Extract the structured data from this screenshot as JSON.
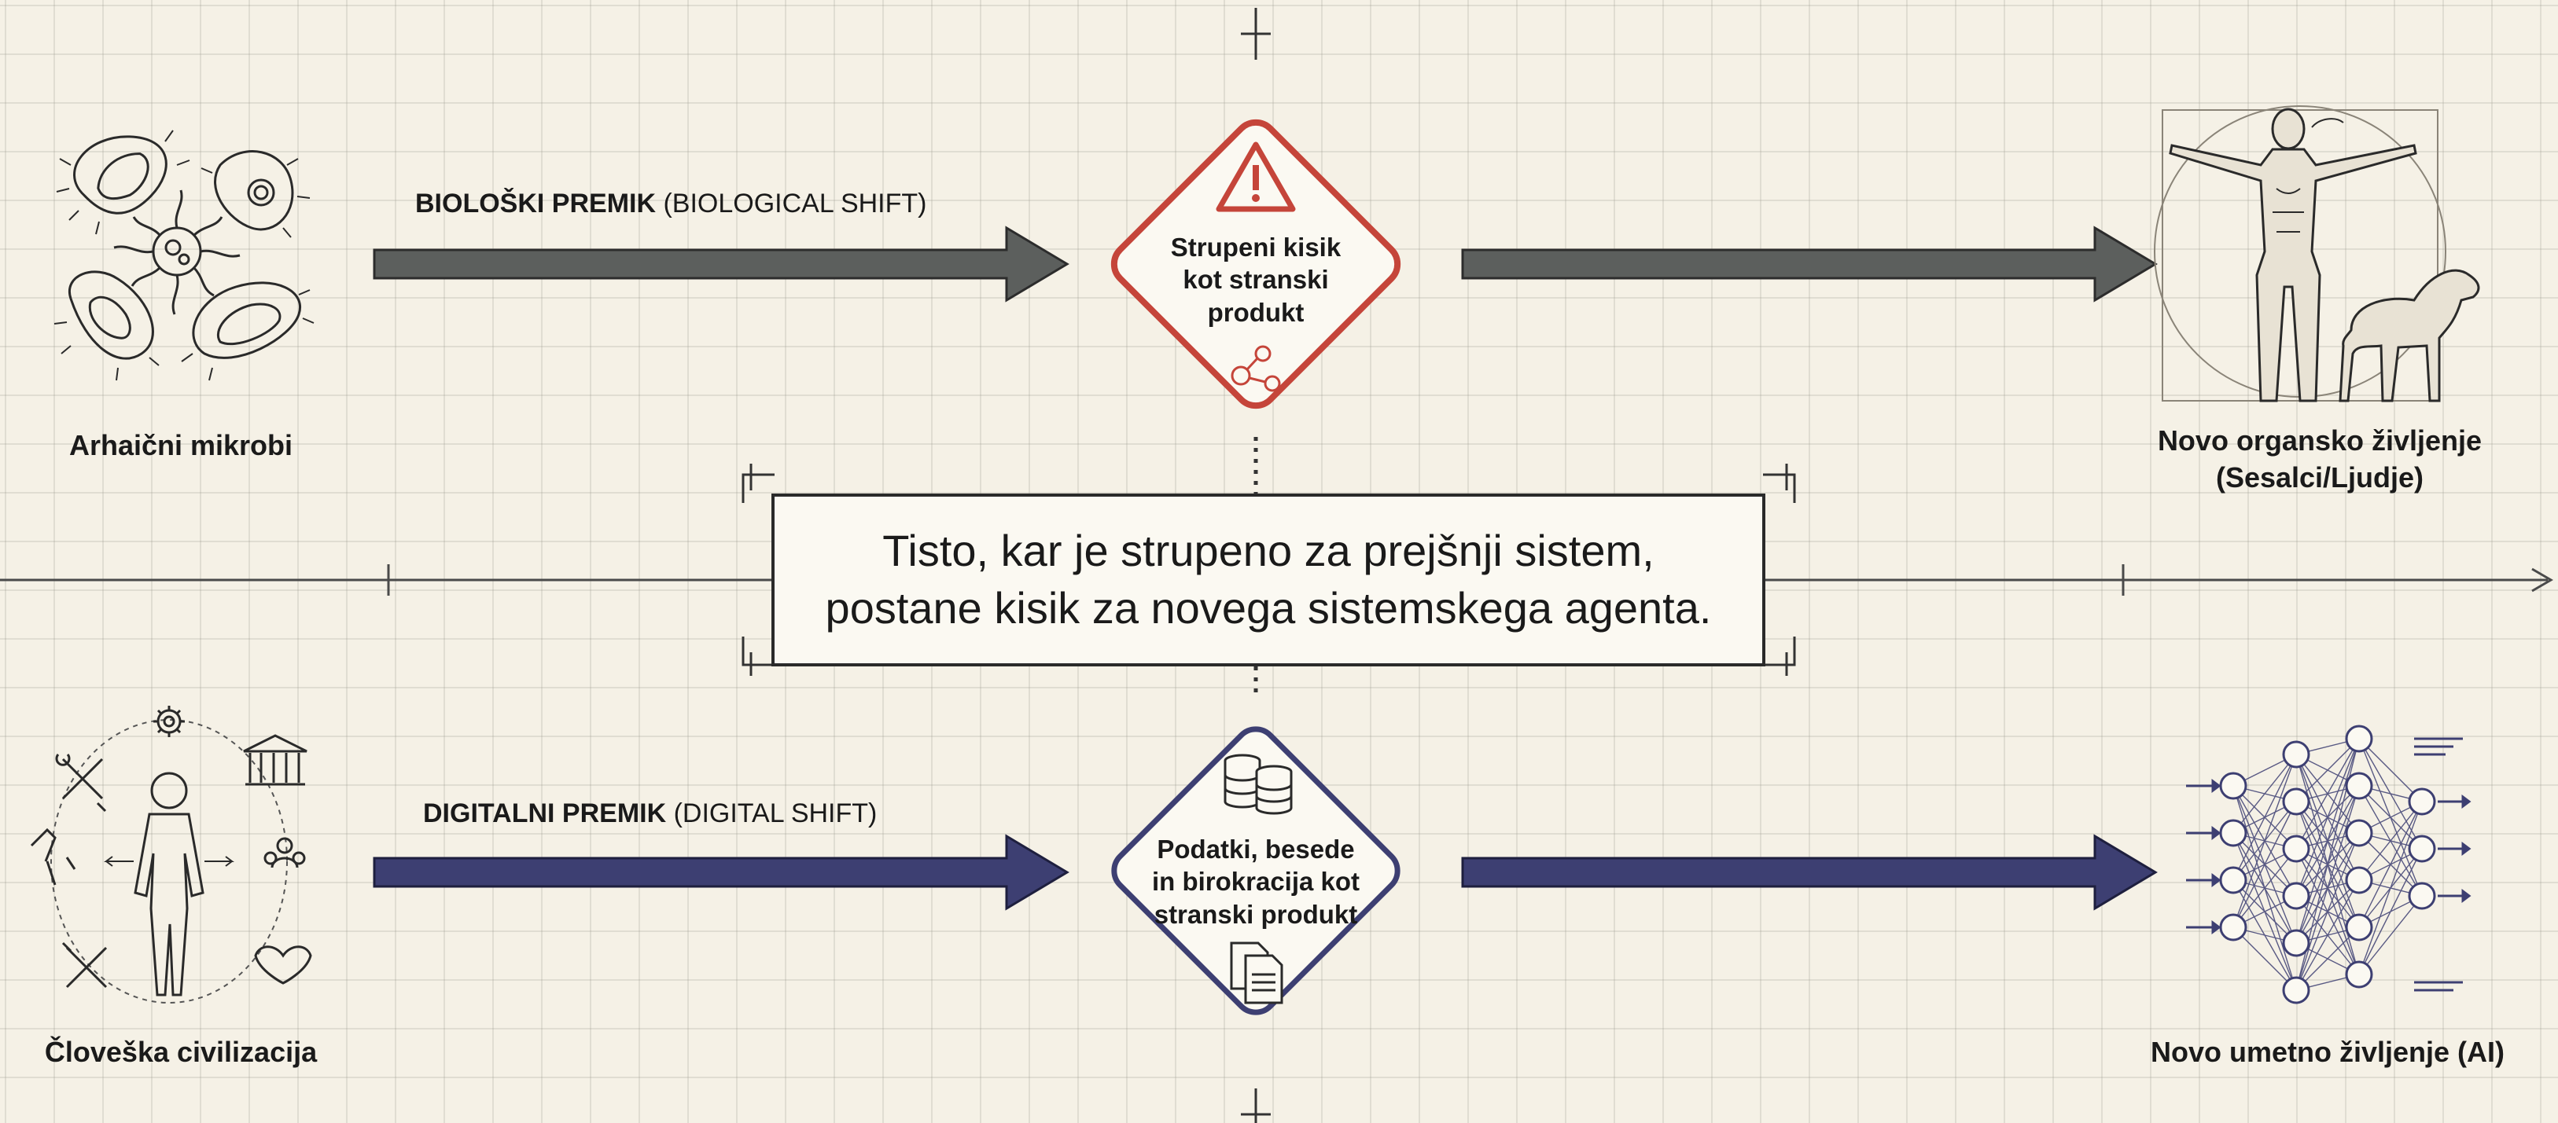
{
  "top_row": {
    "source_label": "Arhaični mikrobi",
    "shift_label_bold": "BIOLOŠKI PREMIK",
    "shift_label_paren": "(BIOLOGICAL SHIFT)",
    "node_text": [
      "Strupeni kisik",
      "kot stranski",
      "produkt"
    ],
    "target_label": [
      "Novo organsko življenje",
      "(Sesalci/Ljudje)"
    ],
    "accent_color": "#c5453a",
    "arrow_color": "#5c5f5d"
  },
  "center": {
    "quote": [
      "Tisto, kar je strupeno za prejšnji sistem,",
      "postane kisik za novega sistemskega agenta."
    ]
  },
  "bottom_row": {
    "source_label": "Človeška civilizacija",
    "shift_label_bold": "DIGITALNI PREMIK",
    "shift_label_paren": "(DIGITAL SHIFT)",
    "node_text": [
      "Podatki, besede",
      "in birokracija kot",
      "stranski produkt"
    ],
    "target_label": "Novo umetno življenje (AI)",
    "accent_color": "#3d3f72",
    "arrow_color": "#3d3f72"
  },
  "icons": {
    "top_source": "microbes-illustration",
    "top_node": "warning-triangle-icon",
    "top_node_sub": "molecule-icon",
    "top_target": "vitruvian-human-and-dog-illustration",
    "bottom_source": "human-with-tools-cycle-illustration",
    "bottom_node": "database-icon",
    "bottom_node_sub": "documents-icon",
    "bottom_target": "neural-network-illustration"
  }
}
